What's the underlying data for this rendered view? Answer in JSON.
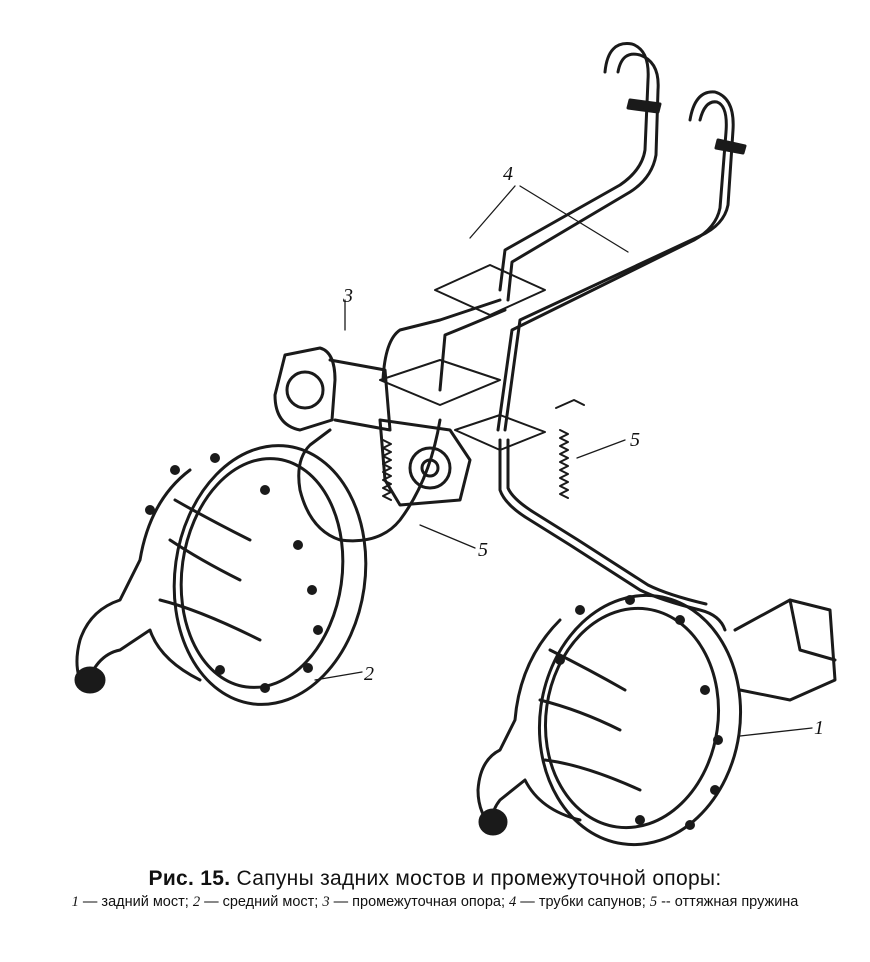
{
  "figure": {
    "callouts": [
      "1",
      "2",
      "3",
      "4",
      "5",
      "5"
    ]
  },
  "caption": {
    "label": "Рис. 15.",
    "title": "Сапуны задних мостов и промежуточной опоры:",
    "legend": [
      {
        "num": "1",
        "text": " — задний мост; "
      },
      {
        "num": "2",
        "text": " — средний мост; "
      },
      {
        "num": "3",
        "text": " — промежуточная опора; "
      },
      {
        "num": "4",
        "text": " — трубки сапунов; "
      },
      {
        "num": "5",
        "text": " -- оттяжная пружина"
      }
    ]
  }
}
